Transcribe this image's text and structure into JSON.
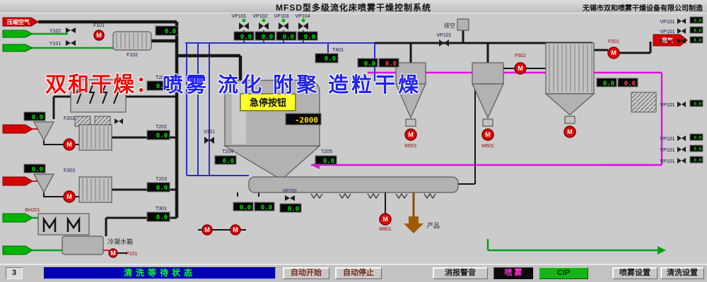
{
  "header": {
    "title": "MFSD型多级流化床喷雾干燥控制系统",
    "company": "无锡市双和喷雾干燥设备有限公司制造"
  },
  "watermark": {
    "brand": "双和干燥：",
    "slogan": "喷雾 流化 附聚 造粒干燥"
  },
  "estop": {
    "label": "急停按钮"
  },
  "flows": {
    "compressed_air": "压缩空气",
    "exhaust": "排空",
    "tail_gas": "尾气",
    "product": "产品",
    "condensate_tank": "冷凝水箱"
  },
  "displays": {
    "zero": "0.0",
    "tower_level": "-2000"
  },
  "tags": {
    "y101": "Y101",
    "y102": "Y102",
    "f101": "F101",
    "f102": "F102",
    "vp101": "VP101",
    "vp102": "VP102",
    "vp103": "VP103",
    "vp104": "VP104",
    "t401": "T401",
    "t201": "T201",
    "t202": "T202",
    "t203": "T203",
    "t301": "T301",
    "t204": "T204",
    "t205": "T205",
    "f202": "F202",
    "f203": "F203",
    "v301": "V301",
    "vp201": "VP201",
    "m501": "M501",
    "m601": "M601",
    "m801": "M801",
    "f501": "F501",
    "f502": "F502",
    "bh201": "BH201",
    "p101": "P101",
    "pump_m": "M"
  },
  "statusbar": {
    "counter": "3",
    "status": "清洗等待状态"
  },
  "buttons": {
    "auto_start": "自动开始",
    "auto_stop": "自动停止",
    "mute_alarm": "消报警音",
    "spray": "喷 雾",
    "cip": "CIP",
    "spray_settings": "喷雾设置",
    "clean_settings": "清洗设置"
  },
  "colors": {
    "estop_yellow": "#ffff2e",
    "cip_green": "#17b317",
    "pump_red": "#e00707",
    "cip_line_magenta": "#e60ae6",
    "status_blue": "#0000b5"
  }
}
